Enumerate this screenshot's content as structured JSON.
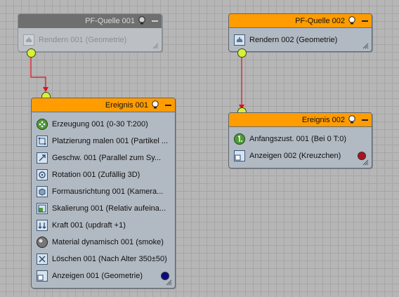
{
  "colors": {
    "header_active": "#ff9c00",
    "header_disabled": "#6f6f6f",
    "port": "#d8f03a",
    "wire": "#e0101a"
  },
  "nodes": {
    "pf_source_001": {
      "title": "PF-Quelle 001",
      "state": "disabled",
      "ops": [
        {
          "label": "Rendern 001 (Geometrie)",
          "icon": "teapot-icon"
        }
      ]
    },
    "pf_source_002": {
      "title": "PF-Quelle 002",
      "state": "active",
      "ops": [
        {
          "label": "Rendern 002 (Geometrie)",
          "icon": "teapot-icon"
        }
      ]
    },
    "event_001": {
      "title": "Ereignis 001",
      "state": "active",
      "ops": [
        {
          "label": "Erzeugung 001 (0-30 T:200)",
          "icon": "birth-icon"
        },
        {
          "label": "Platzierung malen 001 (Partikel ...",
          "icon": "position-icon"
        },
        {
          "label": "Geschw. 001 (Parallel zum Sy...",
          "icon": "speed-icon"
        },
        {
          "label": "Rotation 001 (Zufällig 3D)",
          "icon": "rotation-icon"
        },
        {
          "label": "Formausrichtung 001 (Kamera...",
          "icon": "shape-facing-icon"
        },
        {
          "label": "Skalierung 001 (Relativ aufeina...",
          "icon": "scale-icon"
        },
        {
          "label": "Kraft 001 (updraft +1)",
          "icon": "force-icon"
        },
        {
          "label": "Material dynamisch 001 (smoke)",
          "icon": "material-icon"
        },
        {
          "label": "Löschen 001 (Nach Alter 350±50)",
          "icon": "delete-icon"
        },
        {
          "label": "Anzeigen 001 (Geometrie)",
          "icon": "display-icon",
          "swatch": "#0a0a86"
        }
      ]
    },
    "event_002": {
      "title": "Ereignis 002",
      "state": "active",
      "ops": [
        {
          "label": "Anfangszust. 001 (Bei 0 T:0)",
          "icon": "initial-state-icon"
        },
        {
          "label": "Anzeigen 002 (Kreuzchen)",
          "icon": "display-icon",
          "swatch": "#b01020"
        }
      ]
    }
  }
}
